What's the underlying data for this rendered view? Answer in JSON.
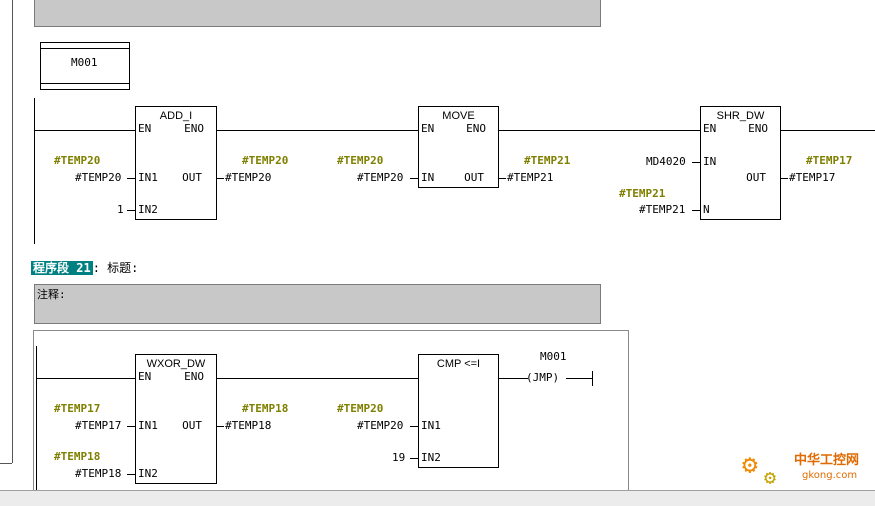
{
  "network20": {
    "coil_label": "M001",
    "blocks": {
      "add": {
        "title": "ADD_I",
        "en": "EN",
        "eno": "ENO",
        "in1": "IN1",
        "in2": "IN2",
        "out": "OUT",
        "in1_sym": "#TEMP20",
        "in1_val": "#TEMP20",
        "in2_val": "1",
        "out_sym": "#TEMP20",
        "out_val": "#TEMP20"
      },
      "move": {
        "title": "MOVE",
        "en": "EN",
        "eno": "ENO",
        "in": "IN",
        "out": "OUT",
        "in_sym": "#TEMP20",
        "in_val": "#TEMP20",
        "out_sym": "#TEMP21",
        "out_val": "#TEMP21"
      },
      "shr": {
        "title": "SHR_DW",
        "en": "EN",
        "eno": "ENO",
        "in": "IN",
        "n": "N",
        "out": "OUT",
        "in_val": "MD4020",
        "n_sym": "#TEMP21",
        "n_val": "#TEMP21",
        "out_sym": "#TEMP17",
        "out_val": "#TEMP17"
      }
    }
  },
  "network21": {
    "header_label": "程序段 21",
    "header_rest": ": 标题:",
    "comment_label": "注释:",
    "blocks": {
      "wxor": {
        "title": "WXOR_DW",
        "en": "EN",
        "eno": "ENO",
        "in1": "IN1",
        "in2": "IN2",
        "out": "OUT",
        "in1_sym": "#TEMP17",
        "in1_val": "#TEMP17",
        "in2_sym": "#TEMP18",
        "in2_val": "#TEMP18",
        "out_sym": "#TEMP18",
        "out_val": "#TEMP18"
      },
      "cmp": {
        "title": "CMP <=I",
        "in1": "IN1",
        "in2": "IN2",
        "in1_sym": "#TEMP20",
        "in1_val": "#TEMP20",
        "in2_val": "19"
      },
      "jmp": {
        "label": "M001",
        "coil": "JMP"
      }
    }
  },
  "watermark": {
    "site_cn": "中华工控网",
    "site_en": "gkong.com"
  },
  "colors": {
    "symbol": "#7f7f00",
    "network_header_bg": "#008080",
    "comment_bg": "#c8c8c8"
  }
}
